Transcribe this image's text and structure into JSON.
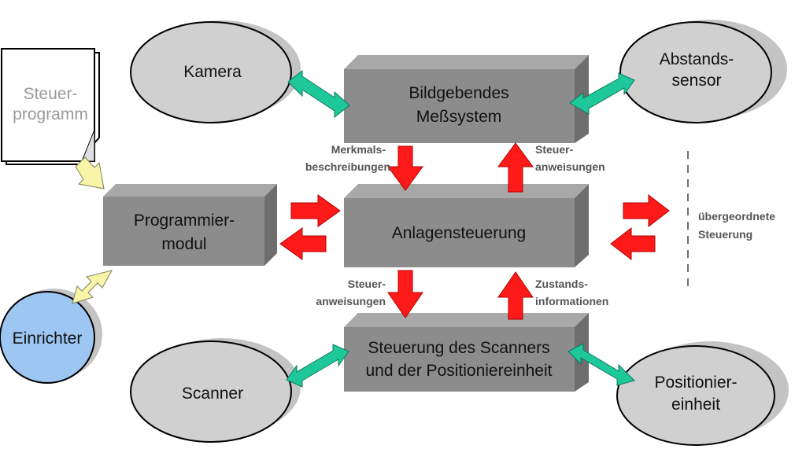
{
  "colors": {
    "box_front": "#8c8c8c",
    "box_top": "#a8a8a8",
    "box_side": "#6e6e6e",
    "ellipse_fill": "#d0d0d0",
    "ellipse_shadow": "#c4c4c4",
    "einrichter_fill": "#9dc6f2",
    "red_arrow": "#ff1a1a",
    "green_arrow": "#1fc89a",
    "yellow_arrow": "#f8f5a8",
    "dashed_line": "#707070"
  },
  "document": {
    "line1": "Steuer-",
    "line2": "programm",
    "icon": "document-icon"
  },
  "nodes": {
    "kamera": "Kamera",
    "abstandssensor": {
      "line1": "Abstands-",
      "line2": "sensor"
    },
    "scanner": "Scanner",
    "positioniereinheit": {
      "line1": "Positionier-",
      "line2": "einheit"
    },
    "einrichter": "Einrichter"
  },
  "boxes": {
    "messsystem": {
      "line1": "Bildgebendes",
      "line2": "Meßsystem"
    },
    "programmiermodul": {
      "line1": "Programmier-",
      "line2": "modul"
    },
    "anlagensteuerung": "Anlagensteuerung",
    "scannersteuerung": {
      "line1": "Steuerung des Scanners",
      "line2": "und der Positioniereinheit"
    }
  },
  "labels": {
    "merkmals": {
      "line1": "Merkmals-",
      "line2": "beschreibungen"
    },
    "steuer_top": {
      "line1": "Steuer-",
      "line2": "anweisungen"
    },
    "steuer_bottom": {
      "line1": "Steuer-",
      "line2": "anweisungen"
    },
    "zustands": {
      "line1": "Zustands-",
      "line2": "informationen"
    },
    "uebergeordnet": {
      "line1": "übergeordnete",
      "line2": "Steuerung"
    }
  }
}
